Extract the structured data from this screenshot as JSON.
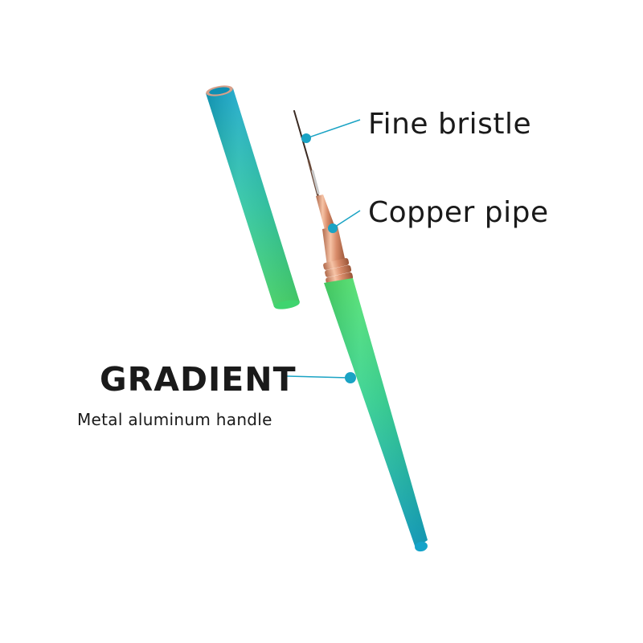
{
  "callouts": {
    "bristle": "Fine bristle",
    "copper": "Copper pipe",
    "gradient": "GRADIENT",
    "handle": "Metal aluminum handle"
  },
  "colors": {
    "gradient_green": "#3fd97a",
    "gradient_teal": "#17aac7",
    "callout_line": "#1aa3c4",
    "copper": "#e8a27f",
    "text": "#1a1a1a"
  }
}
